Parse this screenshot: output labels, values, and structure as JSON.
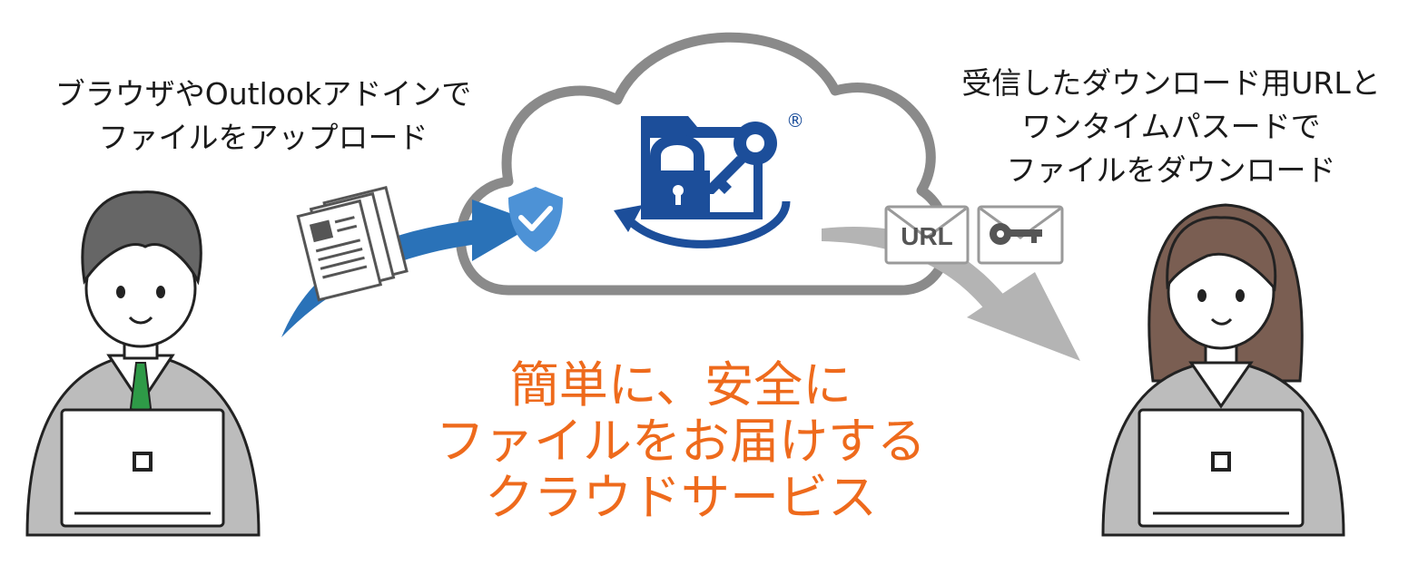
{
  "upload_caption": [
    "ブラウザやOutlookアドインで",
    "ファイルをアップロード"
  ],
  "download_caption": [
    "受信したダウンロード用URLと",
    "ワンタイムパスードで",
    "ファイルをダウンロード"
  ],
  "tagline": [
    "簡単に、安全に",
    "ファイルをお届けする",
    "クラウドサービス"
  ],
  "url_envelope_label": "URL",
  "registered_mark": "®",
  "colors": {
    "accent_orange": "#ee6a1c",
    "brand_blue": "#1c4e9a",
    "arrow_blue": "#2a72b8",
    "cloud_gray": "#8a8a8a",
    "arrow_gray": "#b4b4b4",
    "tie_green": "#2e9a47"
  },
  "icons": [
    "document-stack-icon",
    "shield-check-icon",
    "folder-lock-key-icon",
    "url-envelope-icon",
    "key-envelope-icon",
    "laptop-icon"
  ]
}
